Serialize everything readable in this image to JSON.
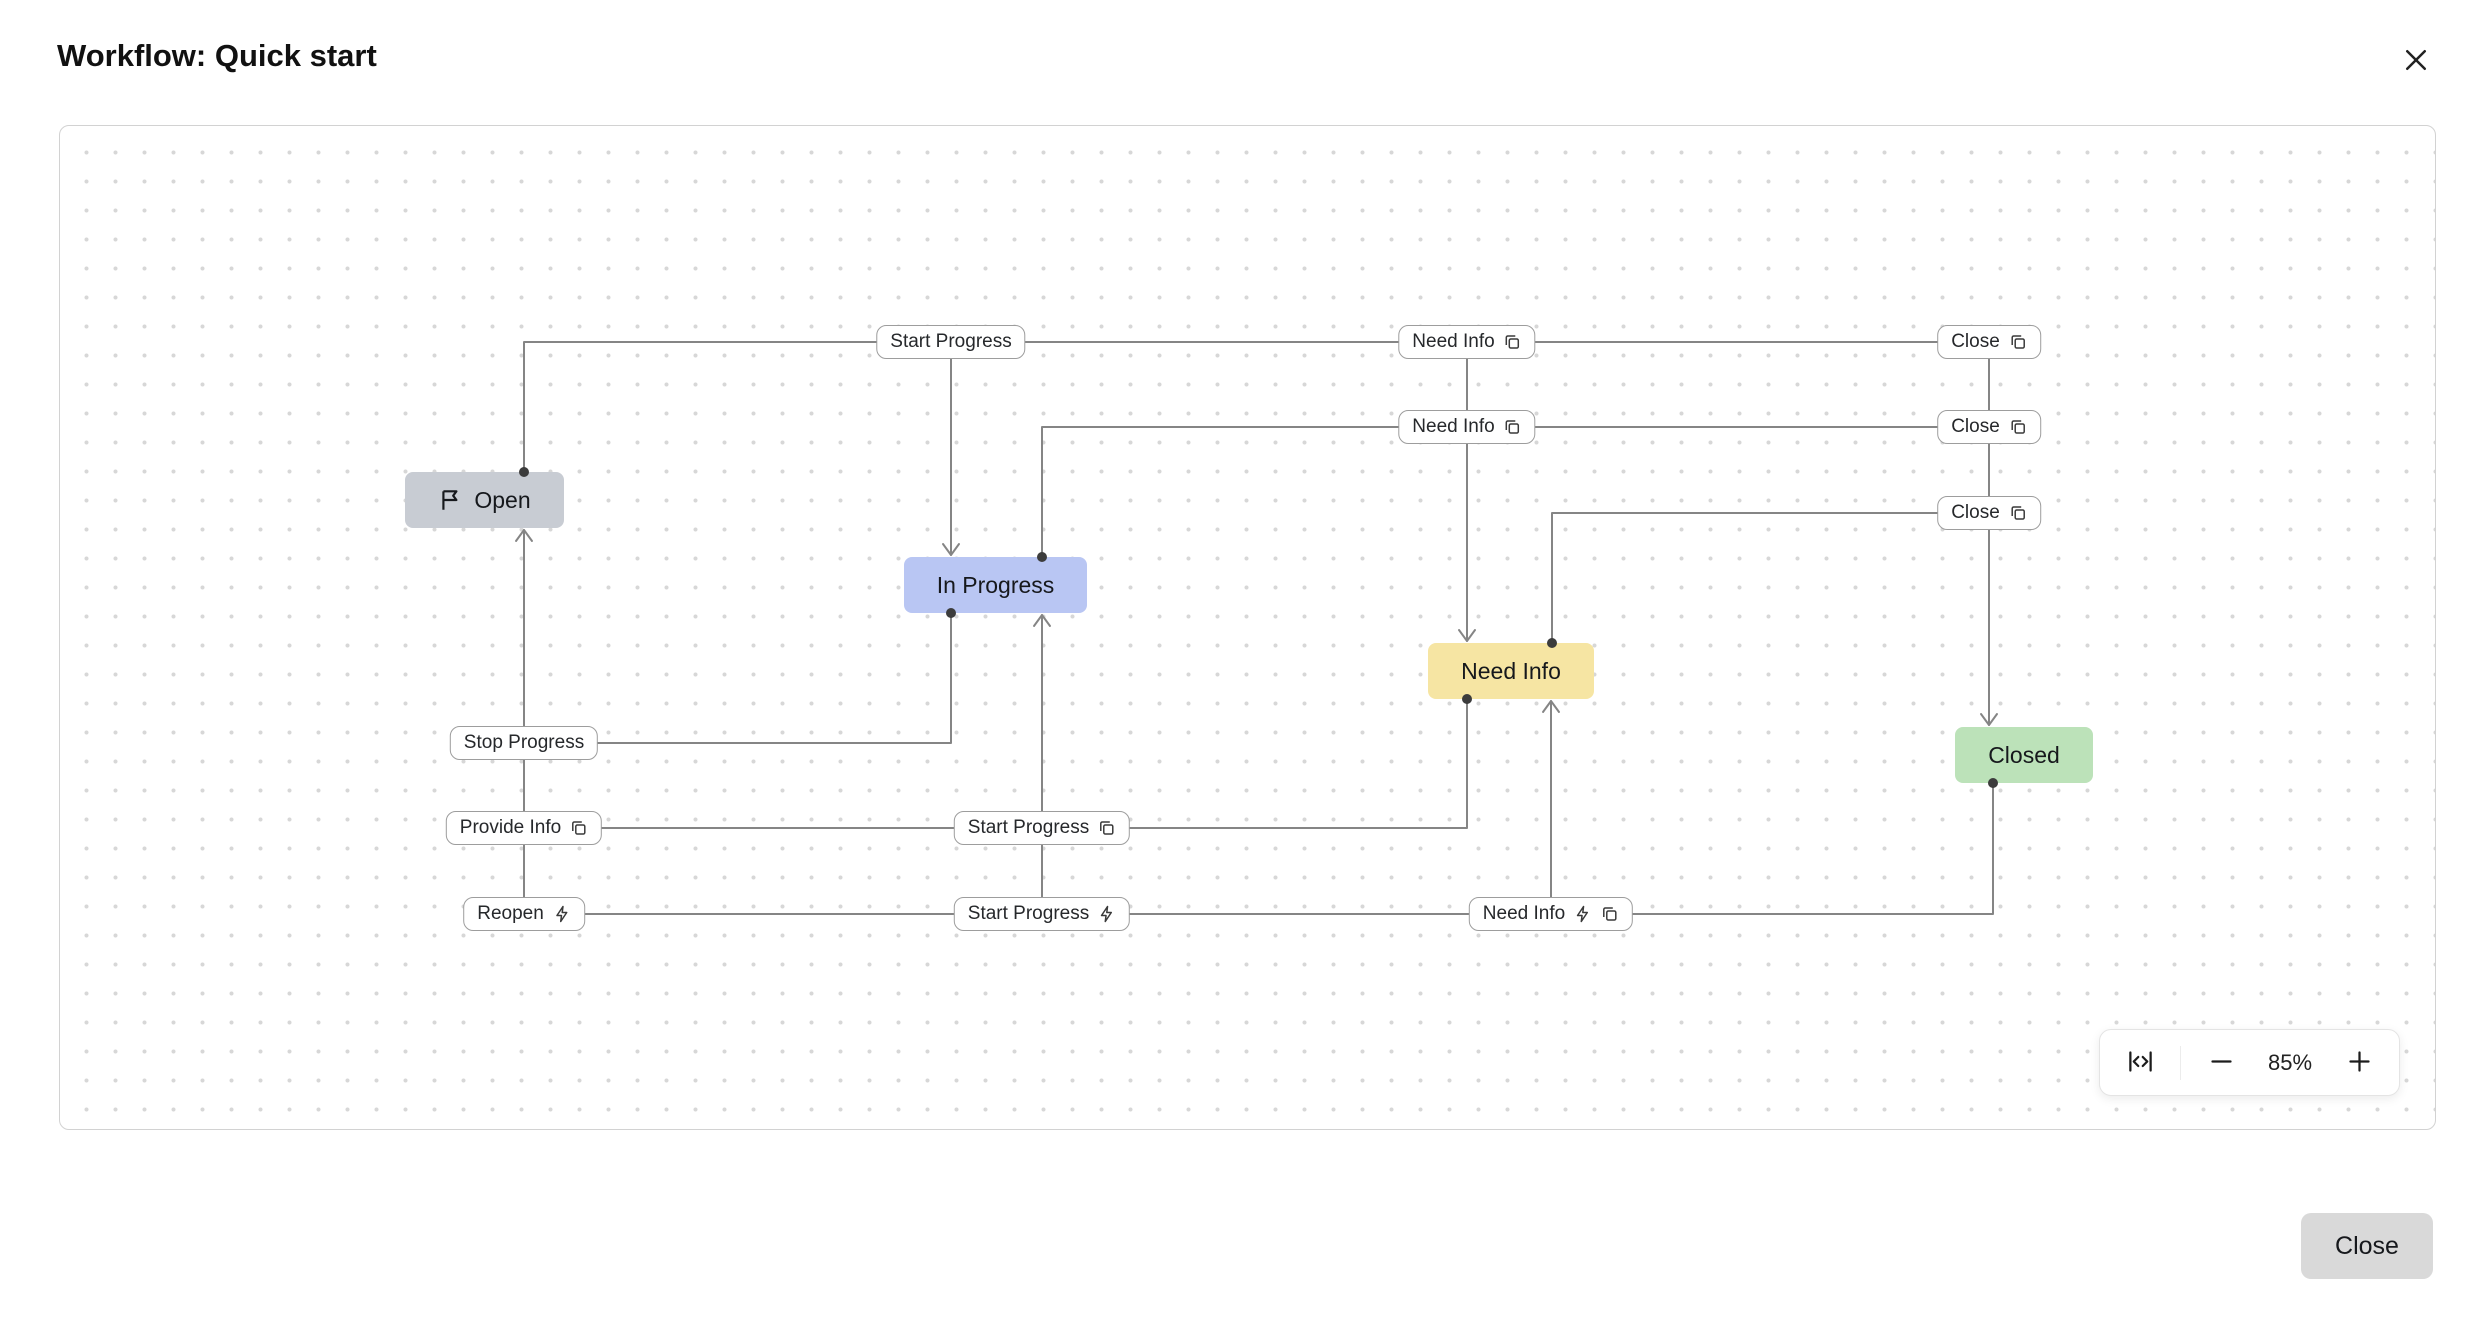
{
  "window": {
    "title": "Workflow: Quick start"
  },
  "diagram": {
    "states": [
      {
        "id": "open",
        "label": "Open",
        "color": "#c8ccd3",
        "icon": "flag-icon"
      },
      {
        "id": "in-progress",
        "label": "In Progress",
        "color": "#b9c6f3"
      },
      {
        "id": "need-info",
        "label": "Need Info",
        "color": "#f6e5a3"
      },
      {
        "id": "closed",
        "label": "Closed",
        "color": "#bce2b9"
      }
    ],
    "transitions": [
      {
        "label": "Start Progress",
        "from": "Open",
        "to": "In Progress",
        "icons": []
      },
      {
        "label": "Need Info",
        "from": "Open",
        "to": "Need Info",
        "icons": [
          "duplicate"
        ]
      },
      {
        "label": "Close",
        "from": "Open",
        "to": "Closed",
        "icons": [
          "duplicate"
        ]
      },
      {
        "label": "Need Info",
        "from": "In Progress",
        "to": "Need Info",
        "icons": [
          "duplicate"
        ]
      },
      {
        "label": "Close",
        "from": "In Progress",
        "to": "Closed",
        "icons": [
          "duplicate"
        ]
      },
      {
        "label": "Close",
        "from": "Need Info",
        "to": "Closed",
        "icons": [
          "duplicate"
        ]
      },
      {
        "label": "Stop Progress",
        "from": "In Progress",
        "to": "Open",
        "icons": []
      },
      {
        "label": "Provide Info",
        "from": "Need Info",
        "to": "Open",
        "icons": [
          "duplicate"
        ]
      },
      {
        "label": "Start Progress",
        "from": "Need Info",
        "to": "In Progress",
        "icons": [
          "duplicate"
        ]
      },
      {
        "label": "Reopen",
        "from": "Closed",
        "to": "Open",
        "icons": [
          "action"
        ]
      },
      {
        "label": "Start Progress",
        "from": "Closed",
        "to": "In Progress",
        "icons": [
          "action"
        ]
      },
      {
        "label": "Need Info",
        "from": "Closed",
        "to": "Need Info",
        "icons": [
          "action",
          "duplicate"
        ]
      }
    ]
  },
  "zoom_controls": {
    "fit_icon": "fit-to-width-icon",
    "zoom_out_icon": "minus-icon",
    "zoom_level": "85%",
    "zoom_in_icon": "plus-icon"
  },
  "footer": {
    "close_label": "Close"
  }
}
